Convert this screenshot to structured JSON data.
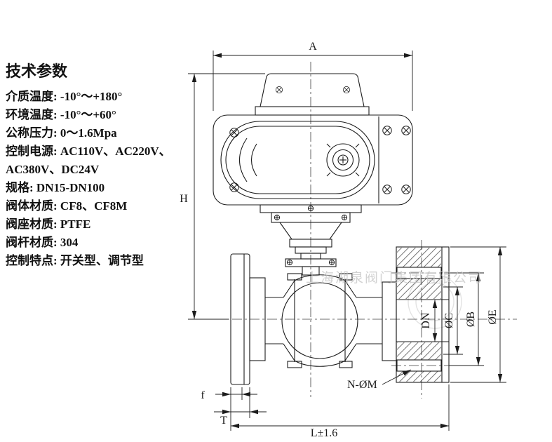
{
  "title": "技术参数",
  "specs": [
    "介质温度: -10°～+180°",
    "环境温度: -10°～+60°",
    "公称压力: 0～1.6Mpa",
    "控制电源: AC110V、AC220V、",
    "AC380V、DC24V",
    "规格: DN15-DN100",
    "阀体材质: CF8、CF8M",
    "阀座材质: PTFE",
    "阀杆材质: 304",
    "控制特点: 开关型、调节型"
  ],
  "dimensions": {
    "a": "A",
    "h": "H",
    "dn": "DN",
    "c": "ØC",
    "b": "ØB",
    "e": "ØE",
    "nm": "N-ØM",
    "f": "f",
    "t": "T",
    "l": "L±1.6"
  },
  "watermark": "上海湖泉阀门集团有限公司",
  "colors": {
    "line": "#1c1c1c",
    "watermark": "#c4c4c4",
    "background": "#ffffff"
  }
}
